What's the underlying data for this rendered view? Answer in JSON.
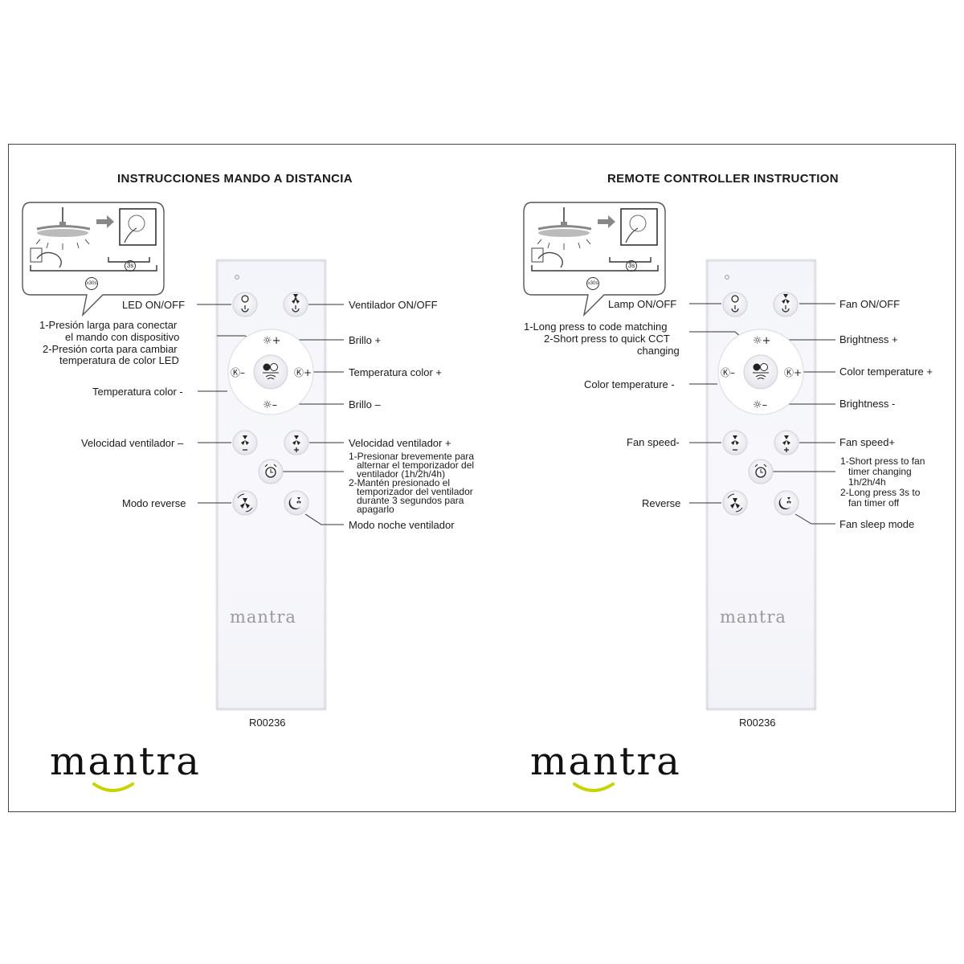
{
  "panels": [
    {
      "lang": "es",
      "title": "INSTRUCCIONES MANDO A DISTANCIA",
      "model": "R00236",
      "remote_logo": "mantra",
      "brand": "mantra",
      "labels": {
        "led": "LED ON/OFF",
        "fan_onoff": "Ventilador ON/OFF",
        "pair_1": "1-Presión larga para conectar",
        "pair_2": "el mando con dispositivo",
        "pair_3": "2-Presión corta para cambiar",
        "pair_4": "temperatura de color LED",
        "bright_plus": "Brillo +",
        "cct_plus": "Temperatura color +",
        "cct_minus": "Temperatura color -",
        "bright_minus": "Brillo –",
        "speed_minus": "Velocidad ventilador –",
        "speed_plus": "Velocidad ventilador +",
        "timer_1": "1-Presionar brevemente para",
        "timer_2": "alternar el temporizador del",
        "timer_3": "ventilador (1h/2h/4h)",
        "timer_4": "2-Mantén presionado el",
        "timer_5": "temporizador del ventilador",
        "timer_6": "durante 3 segundos para",
        "timer_7": "apagarlo",
        "reverse": "Modo reverse",
        "sleep": "Modo noche ventilador"
      }
    },
    {
      "lang": "en",
      "title": "REMOTE CONTROLLER INSTRUCTION",
      "model": "R00236",
      "remote_logo": "mantra",
      "brand": "mantra",
      "labels": {
        "led": "Lamp ON/OFF",
        "fan_onoff": "Fan ON/OFF",
        "pair_1": "1-Long press to code  matching",
        "pair_2": "2-Short press to quick CCT",
        "pair_3": "changing",
        "pair_4": "",
        "bright_plus": "Brightness +",
        "cct_plus": "Color temperature +",
        "cct_minus": "Color temperature -",
        "bright_minus": "Brightness -",
        "speed_minus": "Fan speed-",
        "speed_plus": "Fan speed+",
        "timer_1": "1-Short press to fan",
        "timer_2": "timer changing",
        "timer_3": "1h/2h/4h",
        "timer_4": "2-Long press 3s to",
        "timer_5": "fan timer off",
        "timer_6": "",
        "timer_7": "",
        "reverse": "Reverse",
        "sleep": "Fan sleep mode"
      }
    }
  ],
  "illustration_badges": {
    "short": "3s",
    "long": "≥30s"
  },
  "accent_color": "#c8d400"
}
